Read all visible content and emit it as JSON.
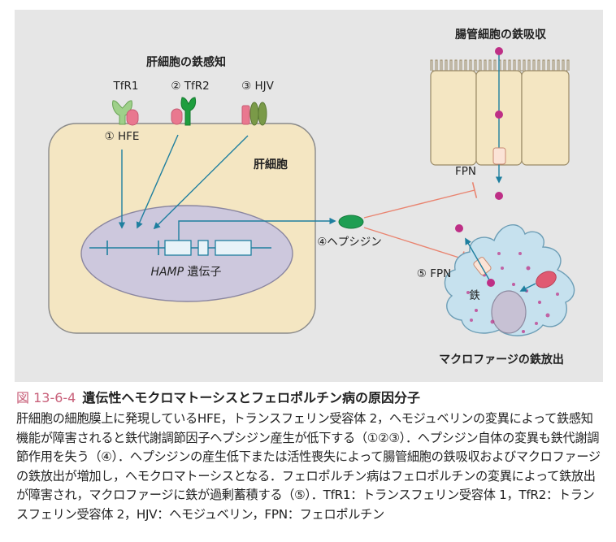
{
  "diagram": {
    "hepatocyte_sensing_title": "肝細胞の鉄感知",
    "tfr1_label": "TfR1",
    "tfr2_label": "② TfR2",
    "hjv_label": "③ HJV",
    "hfe_label": "① HFE",
    "hepatocyte_label": "肝細胞",
    "hamp_gene_italic": "HAMP",
    "hamp_gene_suffix": " 遺伝子",
    "hepcidin_label": "④ヘプシジン",
    "enterocyte_title": "腸管細胞の鉄吸収",
    "fpn_enterocyte_label": "FPN",
    "fpn_macrophage_label": "⑤ FPN",
    "iron_label": "鉄",
    "macrophage_title": "マクロファージの鉄放出",
    "colors": {
      "panel_bg": "#e6e6e6",
      "hepatocyte_fill": "#f4e6c2",
      "nucleus_fill": "#cdc8dd",
      "arrow_blue": "#1e7f9f",
      "inhibit_red": "#e98470",
      "hepcidin_green": "#1e9e52",
      "iron_magenta": "#be2f86",
      "macrophage_fill": "#c6e1ee"
    }
  },
  "caption": {
    "figure_number": "図 13-6-4",
    "title": "遺伝性ヘモクロマトーシスとフェロポルチン病の原因分子",
    "body": "肝細胞の細胞膜上に発現しているHFE，トランスフェリン受容体 2，ヘモジュベリンの変異によって鉄感知機能が障害されると鉄代謝調節因子ヘプシジン産生が低下する（①②③）．ヘプシジン自体の変異も鉄代謝調節作用を失う（④）．ヘプシジンの産生低下または活性喪失によって腸管細胞の鉄吸収およびマクロファージの鉄放出が増加し，ヘモクロマトーシスとなる．フェロポルチン病はフェロポルチンの変異によって鉄放出が障害され，マクロファージに鉄が過剰蓄積する（⑤）．TfR1：トランスフェリン受容体 1，TfR2：トランスフェリン受容体 2，HJV：ヘモジュベリン，FPN：フェロポルチン"
  }
}
